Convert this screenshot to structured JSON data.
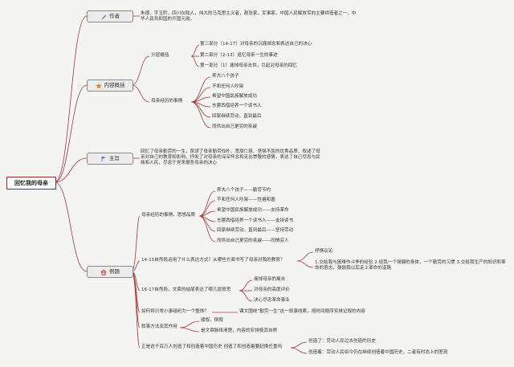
{
  "root": "回忆我的母亲",
  "colors": {
    "link": "#a63a3a",
    "icon_blue": "#3a78c8",
    "icon_orange": "#d9822b",
    "icon_red": "#c0392b"
  },
  "categories": {
    "author": {
      "label": "作者",
      "icon": "pen-icon"
    },
    "content": {
      "label": "内容概括",
      "icon": "star-icon"
    },
    "theme": {
      "label": "主旨",
      "icon": "flag-icon"
    },
    "example": {
      "label": "例题",
      "icon": "house-icon"
    }
  },
  "author_text": "朱德，字玉阶，四川仪陇人，伟大的马克思主义者，政治家，军事家，中国人民解放军的主要缔造者之一，中华人民共和国的开国元勋。",
  "content": {
    "division_label": "分层概括",
    "divisions": [
      "第三部分（14-17）对母亲的沉痛悼念和表达自己的决心",
      "第二部分（2-13）追忆母亲一生的事迹",
      "第一部分（1）痛悼母亲去世，引起对母亲的回忆"
    ],
    "events_label": "母亲经历的事情",
    "events": [
      "养大八个孩子",
      "不和任何人吵架",
      "希望中国民族解放成功",
      "东挪西借培养一个读书人",
      "回家继续劳动，直到最后",
      "而供出自己更穷的亲戚"
    ]
  },
  "theme_text": "回忆了母亲勤劳的一生，赞颂了母亲勤劳俭朴、宽厚仁慈、坚强不屈的优秀品质，叙述了母亲对自己的教育和影响，抒发了对母亲的深深怀念和无比崇敬的感情，表达了自己尽忠与民族和人民，尽忠于党来报答母亲的决心",
  "example": {
    "q1": "母亲经历的事情，思想品质",
    "q1_items": [
      "养大八个孩子——勤劳节约",
      "不和任何人吵架——性格和善",
      "希望中国民族解放成功——支持革命",
      "东挪西借培养一个读书人——支持读书",
      "回家继续劳动，直到最后——坚持劳动",
      "而供出自己更穷的亲戚——同情穷人"
    ],
    "q2": "14-15自然段运用了什么表达方式？从哪些方面书写了母亲对我的教育？",
    "q2_a1": "抒情议论",
    "q2_a2": "1.交给我与困难作斗争的经验 2.给我一个强健的身体，一个勤劳的习惯 3.交给我生产的知识和革命的意志，鼓励我以后走上革命的道路",
    "q3": "16-17自然段，文章的结尾表达了哪几层意思",
    "q3_items": [
      "痛悼母亲的离去",
      "对母亲的高度评价",
      "决心尽忠革命事业"
    ],
    "q4": "如何将日常小事组织为一个整体？",
    "q4_ans": "课文围绕“勤劳一生”这一叙事线索，按时间顺序安排记叙的内容",
    "q5": "叙事方法及其作用",
    "q5_items": [
      "顺叙，倒叙",
      "是文章脉络清楚，内容的安排极其自然"
    ],
    "q6": "正是这千百万人创造了和创造着中国历史 创造了和创造着要赶换任重吗",
    "q6_items": [
      "创造了：劳动人民过去创造的历史",
      "创造着：劳动人民如今仍在继续创造着中国历史，二者有时态上的差别"
    ]
  }
}
